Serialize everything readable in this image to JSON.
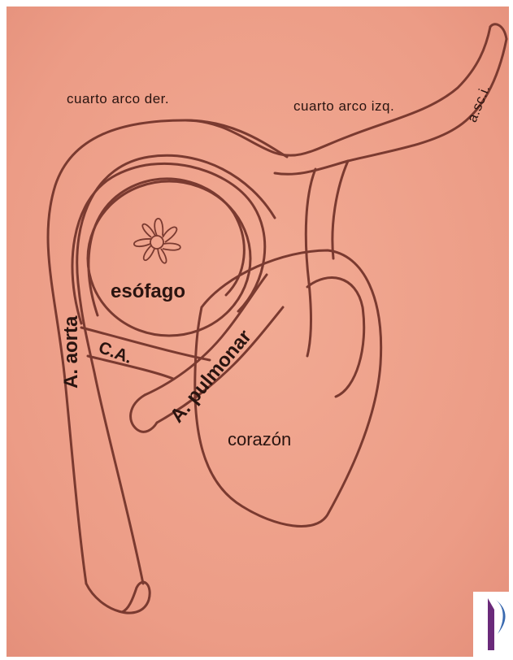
{
  "diagram": {
    "labels": {
      "cuarto_arco_der": "cuarto arco der.",
      "cuarto_arco_izq": "cuarto arco izq.",
      "a_sc_i": "a.sc.i.",
      "esofago": "esófago",
      "a_aorta": "A. aorta",
      "c_a": "C.A.",
      "a_pulmonar": "A. pulmonar",
      "corazon": "corazón"
    },
    "colors": {
      "background": "#eea08a",
      "vessel_outline": "#7a3a30",
      "label_text": "#2a1410",
      "logo_purple": "#6a2a7a",
      "logo_blue": "#3a6ab0"
    }
  }
}
